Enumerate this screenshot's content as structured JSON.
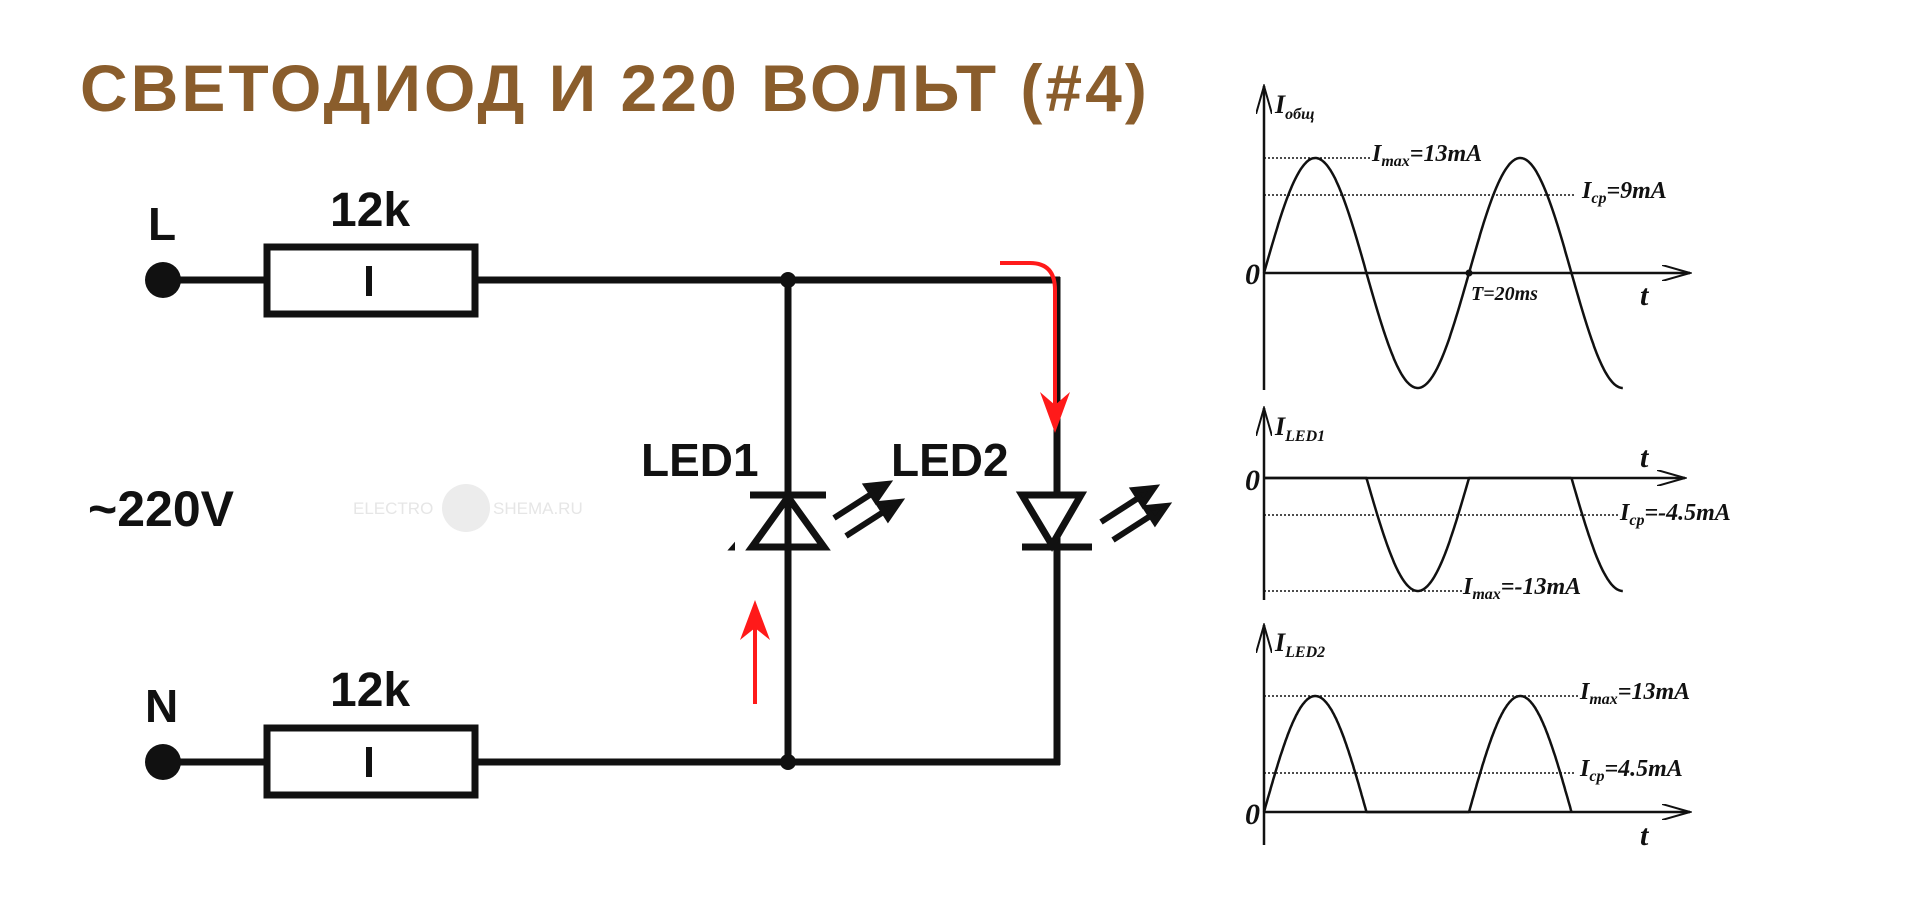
{
  "title": "СВЕТОДИОД И 220 ВОЛЬТ (#4)",
  "circuit": {
    "terminal_l": "L",
    "terminal_n": "N",
    "resistor_top": "12k",
    "resistor_bottom": "12k",
    "source": "~220V",
    "led1": "LED1",
    "led2": "LED2",
    "watermark_left": "ELECTRO",
    "watermark_right": "SHEMA.RU",
    "arrow_color": "#ff1a1a"
  },
  "graphs": {
    "total": {
      "y_label": "I",
      "y_sub": "общ",
      "zero": "0",
      "t": "t",
      "imax_label": "I",
      "imax_sub": "max",
      "imax_val": "=13mA",
      "icp_label": "I",
      "icp_sub": "cp",
      "icp_val": "=9mA",
      "period_label": "T=20ms"
    },
    "led1": {
      "y_label": "I",
      "y_sub": "LED1",
      "zero": "0",
      "t": "t",
      "icp_label": "I",
      "icp_sub": "cp",
      "icp_val": "=-4.5mA",
      "imax_label": "I",
      "imax_sub": "max",
      "imax_val": "=-13mA"
    },
    "led2": {
      "y_label": "I",
      "y_sub": "LED2",
      "zero": "0",
      "t": "t",
      "imax_label": "I",
      "imax_sub": "max",
      "imax_val": "=13mA",
      "icp_label": "I",
      "icp_sub": "cp",
      "icp_val": "=4.5mA"
    }
  },
  "waveform": {
    "amplitude_ma": 13,
    "period_ms": 20,
    "cycles_shown": 1.75
  }
}
